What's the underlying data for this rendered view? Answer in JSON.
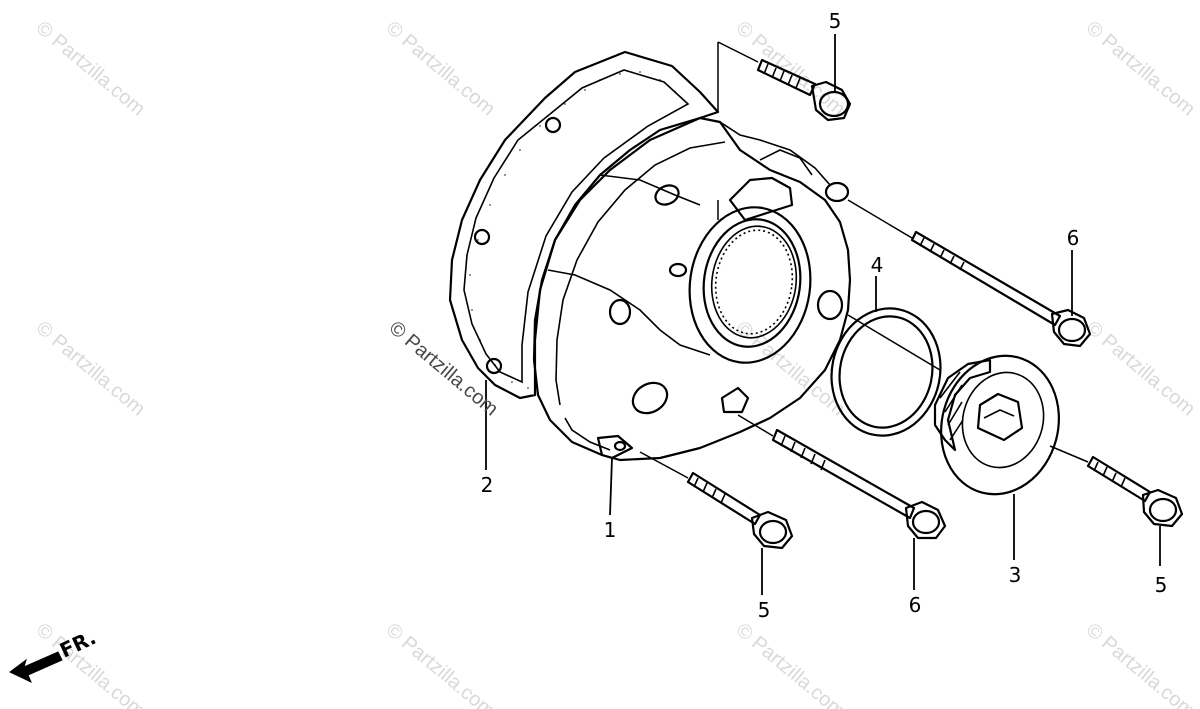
{
  "watermark": {
    "text": "© Partzilla.com",
    "center_text": "© Partzilla.com"
  },
  "direction": {
    "label": "FR."
  },
  "callouts": [
    {
      "id": "c1",
      "label": "1",
      "part": "cover"
    },
    {
      "id": "c2",
      "label": "2",
      "part": "gasket"
    },
    {
      "id": "c3",
      "label": "3",
      "part": "plug-cap"
    },
    {
      "id": "c4",
      "label": "4",
      "part": "o-ring"
    },
    {
      "id": "c5a",
      "label": "5",
      "part": "bolt-top"
    },
    {
      "id": "c5b",
      "label": "5",
      "part": "bolt-bottom-left"
    },
    {
      "id": "c5c",
      "label": "5",
      "part": "bolt-bottom-right"
    },
    {
      "id": "c6a",
      "label": "6",
      "part": "long-bolt-upper"
    },
    {
      "id": "c6b",
      "label": "6",
      "part": "long-bolt-lower"
    }
  ]
}
